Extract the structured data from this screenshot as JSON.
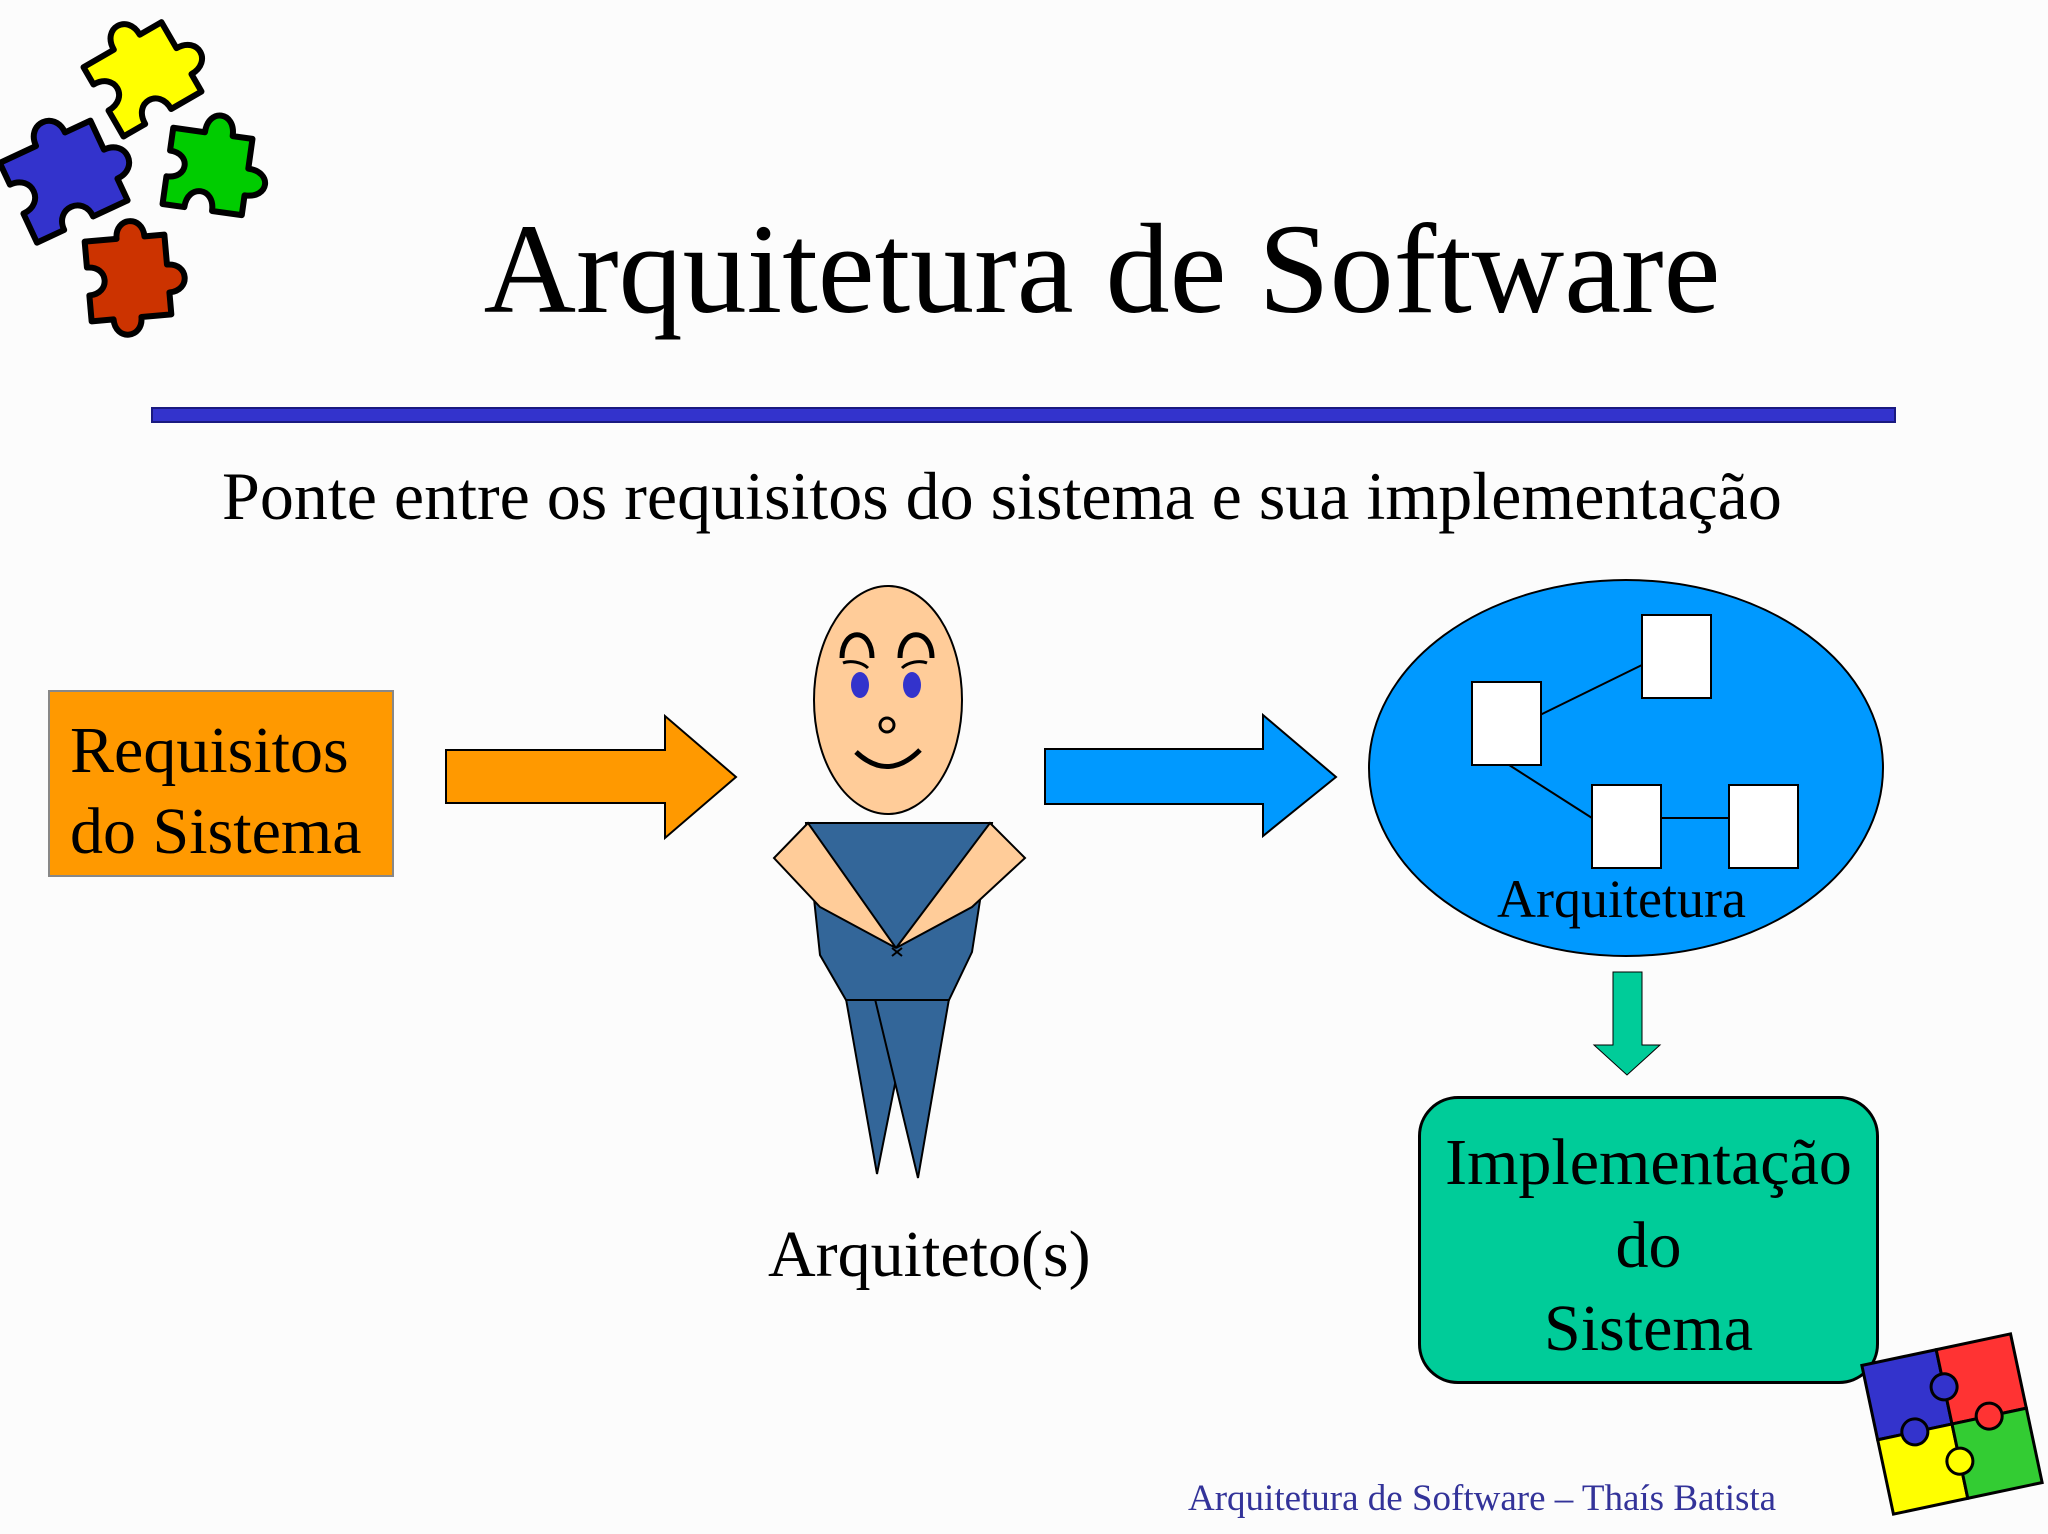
{
  "slide": {
    "title": "Arquitetura de Software",
    "subtitle": "Ponte entre os requisitos do sistema e sua implementação",
    "footer": "Arquitetura de Software – Thaís Batista"
  },
  "diagram": {
    "requirements": {
      "line1": "Requisitos",
      "line2": "do Sistema",
      "color": "#ff9900"
    },
    "architect": {
      "label": "Arquiteto(s)"
    },
    "architecture": {
      "label": "Arquitetura",
      "color": "#0099ff"
    },
    "implementation": {
      "line1": "Implementação",
      "line2": "do",
      "line3": "Sistema",
      "color": "#00cc99"
    },
    "arrows": [
      {
        "from": "requirements",
        "to": "architect",
        "color": "#ff9900"
      },
      {
        "from": "architect",
        "to": "architecture",
        "color": "#0099ff"
      },
      {
        "from": "architecture",
        "to": "implementation",
        "color": "#00cc99"
      }
    ]
  },
  "decorations": {
    "puzzle_pieces_top": [
      "yellow",
      "blue",
      "green",
      "red"
    ],
    "puzzle_square_bottom": [
      "blue",
      "red",
      "yellow",
      "green"
    ]
  }
}
